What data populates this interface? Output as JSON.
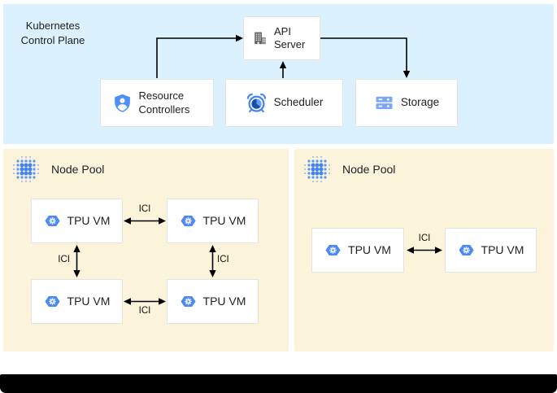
{
  "control_plane": {
    "title": "Kubernetes Control Plane",
    "api_server_label": "API Server",
    "resource_controllers_label": "Resource Controllers",
    "scheduler_label": "Scheduler",
    "storage_label": "Storage"
  },
  "node_pools": [
    {
      "label": "Node Pool",
      "vms": [
        "TPU VM",
        "TPU VM",
        "TPU VM",
        "TPU VM"
      ],
      "links": [
        "ICI",
        "ICI",
        "ICI",
        "ICI"
      ]
    },
    {
      "label": "Node Pool",
      "vms": [
        "TPU VM",
        "TPU VM"
      ],
      "links": [
        "ICI"
      ]
    }
  ],
  "icons": {
    "api_server": "building-icon",
    "resource_controllers": "shield-user-icon",
    "scheduler": "alarm-clock-icon",
    "storage": "server-stack-icon",
    "node_pool": "dot-cluster-icon",
    "tpu_vm": "hexagon-gear-icon"
  },
  "colors": {
    "control_plane_bg": "#dbf1fd",
    "node_pool_bg": "#fbf3da",
    "google_blue": "#4285f4",
    "icon_gray": "#5f6368",
    "arrow": "#000000",
    "footer_bar": "#000000"
  }
}
